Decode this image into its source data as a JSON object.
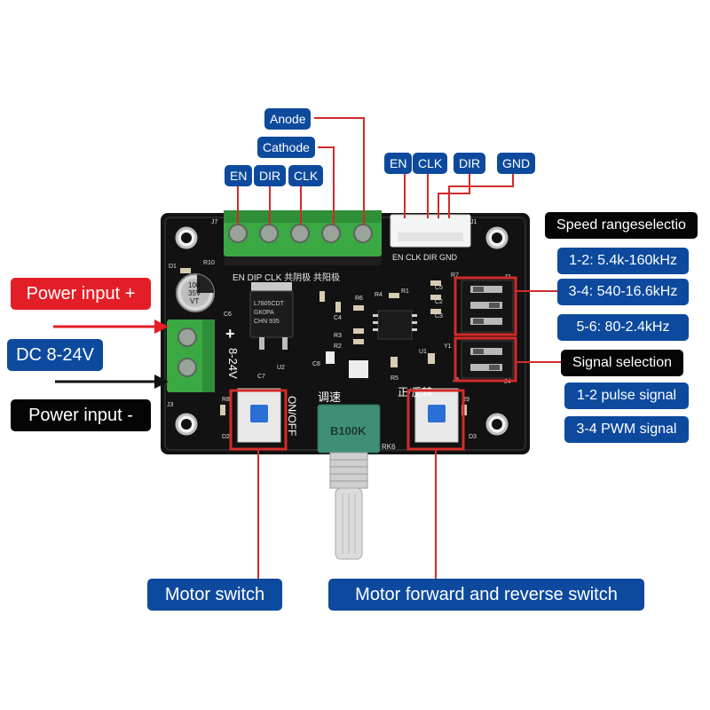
{
  "callouts": {
    "anode": "Anode",
    "cathode": "Cathode",
    "en_left": "EN",
    "dir_left": "DIR",
    "clk_left": "CLK",
    "en_right": "EN",
    "clk_right": "CLK",
    "dir_right": "DIR",
    "gnd_right": "GND",
    "speed_range": "Speed rangeselectio",
    "range_1_2": "1-2: 5.4k-160kHz",
    "range_3_4": "3-4: 540-16.6kHz",
    "range_5_6": "5-6: 80-2.4kHz",
    "signal_selection": "Signal selection",
    "pulse_signal": "1-2 pulse signal",
    "pwm_signal": "3-4 PWM signal",
    "power_plus": "Power input +",
    "dc_range": "DC 8-24V",
    "power_minus": "Power input -",
    "motor_switch": "Motor switch",
    "motor_fwd_rev": "Motor forward and reverse switch"
  },
  "board": {
    "terminal_labels": "EN    DIP   CLK  共阴极  共阳极",
    "header_labels": "EN  CLK  DIR  GND",
    "voltage_mark": "8-24V",
    "plus_mark": "+",
    "cap_text": [
      "100",
      "35V",
      "VT"
    ],
    "regulator_text": [
      "L7805CDT",
      "GK0PA",
      "CHN 935"
    ],
    "onoff_text": "ON/OFF",
    "speed_text": "调速",
    "fwdrev_text": "正/反转",
    "pot_text": "B100K",
    "pot_ref": "RK6",
    "designators": [
      "J7",
      "J1",
      "D1",
      "R10",
      "C6",
      "C7",
      "U2",
      "C8",
      "C4",
      "R3",
      "R2",
      "R6",
      "R4",
      "R1",
      "R5",
      "U1",
      "C5",
      "C2",
      "C3",
      "R7",
      "J2",
      "J3",
      "R8",
      "D2",
      "J4",
      "D3",
      "Y1",
      "R9",
      "J5"
    ]
  },
  "colors": {
    "label_blue": "#0d4a9e",
    "label_black": "#050505",
    "label_red": "#e41e26",
    "leader_red": "#d42a2a",
    "board": "#111111",
    "terminal_green": "#3aa843",
    "button_blue": "#2b6fd6"
  }
}
